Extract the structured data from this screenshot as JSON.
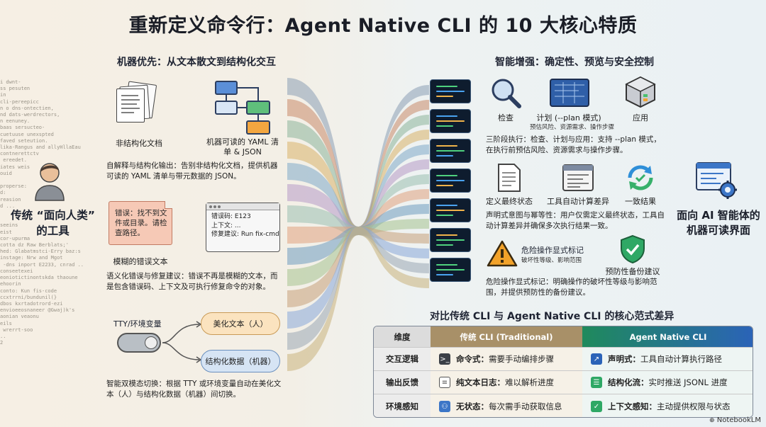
{
  "title": "重新定义命令行：Agent Native CLI 的 10 大核心特质",
  "left": {
    "section_heading": "机器优先：从文本散文到结构化交互",
    "code_lines": [
      "i dwnt-",
      "ss pesuten",
      "in",
      "cli-pereepicc",
      "n o dns-ontectien,",
      "nd dats-werdrectors,",
      "n eenuney.",
      "baas sersucteo-",
      "cuetuuse unexspted",
      "faved seteution.",
      "lika-Rangus and allyHllaEau",
      "contnerettctv",
      " ereedet.",
      "iates weis",
      "ouid",
      "",
      "properse:",
      "d:",
      "reasion",
      "d ...",
      "",
      "",
      "seeins",
      "eist",
      "cor-upurma",
      "cotta dz Raw Berblats;'",
      "hed: Glabatmstci-Erry baz:s",
      "instage: Nrw and Mgot",
      " -dns inport E2233, cnrad ..",
      "conseetexei",
      "eoniotictinontskda thaoune",
      "ehoorin",
      "conto: Kun fis-code",
      "ccxtrrni/bundunil(}",
      "dbos kxrtadotrord-ezi",
      "envioeeosnaneer @Gwaj)k's",
      "aonian veaonu",
      "eils",
      " wrerrt-soo",
      "..",
      "2"
    ],
    "person_label": "传统 “面向人类” 的工具",
    "unstructured_caption": "非结构化文档",
    "yaml_caption": "机器可读的 YAML 清单 & JSON",
    "self_explain_text": "自解释与结构化输出：告别非结构化文档，提供机器可读的 YAML 清单与带元数据的 JSON。",
    "error_card_text": "错误：找不到文件或目录。请检查路径。",
    "error_card_caption": "模糊的错误文本",
    "error_window": {
      "code": "错误码: E123",
      "context": "上下文: ...",
      "fix": "修复建议: Run fix-cmd"
    },
    "semantic_error_text": "语义化错误与修复建议：错误不再是模糊的文本，而是包含错误码、上下文及可执行修复命令的对象。",
    "tty_label": "TTY/环境变量",
    "pretty_text_label": "美化文本（人）",
    "structured_data_label": "结构化数据（机器）",
    "dual_mode_text": "智能双模态切换：根据 TTY 或环境变量自动在美化文本（人）与结构化数据（机器）间切换。"
  },
  "right": {
    "section_heading": "智能增强：确定性、预览与安全控制",
    "check_label": "检查",
    "plan_label": "计划 (--plan 模式)",
    "plan_sub": "预估风险、资源需求、操作步骤",
    "apply_label": "应用",
    "three_stage_text": "三阶段执行：检查、计划与应用：支持 --plan 模式，在执行前预估风险、资源需求与操作步骤。",
    "final_state_label": "定义最终状态",
    "diff_label": "工具自动计算差异",
    "consistent_label": "一致结果",
    "idempotent_text": "声明式意图与幂等性：用户仅需定义最终状态，工具自动计算差异并确保多次执行结果一致。",
    "danger_label": "危险操作显式标记",
    "danger_sub": "破坏性等级、影响范围",
    "backup_label": "预防性备份建议",
    "danger_text": "危险操作显式标记：明确操作的破坏性等级与影响范围，并提供预防性的备份建议。",
    "machine_label": "面向 AI 智能体的机器可读界面"
  },
  "comparison": {
    "heading": "对比传统 CLI 与 Agent Native CLI 的核心范式差异",
    "headers": [
      "维度",
      "传统 CLI (Traditional)",
      "Agent Native CLI"
    ],
    "rows": [
      {
        "dimension": "交互逻辑",
        "traditional_bold": "命令式：",
        "traditional": "需要手动编排步骤",
        "agent_bold": "声明式：",
        "agent": "工具自动计算执行路径"
      },
      {
        "dimension": "输出反馈",
        "traditional_bold": "纯文本日志：",
        "traditional": "难以解析进度",
        "agent_bold": "结构化流：",
        "agent": "实时推送 JSONL 进度"
      },
      {
        "dimension": "环境感知",
        "traditional_bold": "无状态：",
        "traditional": "每次需手动获取信息",
        "agent_bold": "上下文感知：",
        "agent": "主动提供权限与状态"
      }
    ]
  },
  "watermark": "NotebookLM",
  "colors": {
    "traditional_header": "#a89068",
    "agent_header": "#1f8a5c",
    "agent_header_end": "#2b63b8",
    "error_card": "#f6c9b6",
    "pill_orange": "#fbe3bf",
    "pill_blue": "#d6e4f4"
  }
}
